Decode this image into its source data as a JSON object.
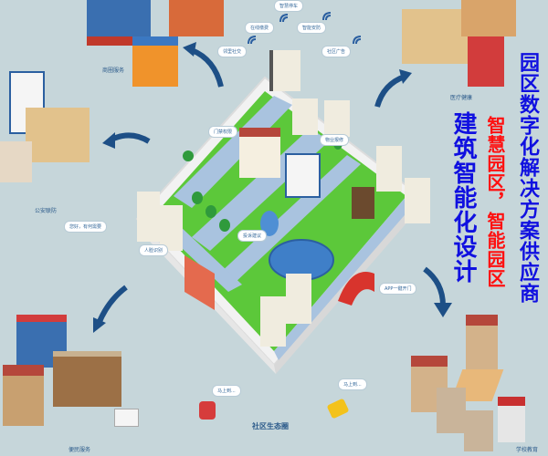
{
  "headline": {
    "main_vertical": "园区数字化解决方案供应商",
    "secondary_vertical": "智慧园区，智能园区",
    "tertiary_vertical": "建筑智能化设计"
  },
  "colors": {
    "background": "#c6d6da",
    "main_text": "#1010e0",
    "secondary_text": "#ff1010",
    "arrow": "#1d4f86",
    "grass": "#5cc83a",
    "road": "#a9c3df"
  },
  "zones": {
    "commerce": "商圈服务",
    "public_security": "公安联防",
    "convenience": "便民服务",
    "school": "学校教育",
    "medical": "医疗健康",
    "community_ecology": "社区生态圈"
  },
  "map_labels": {
    "gate_access": "门禁权限",
    "property_report": "物业报修",
    "complaint_suggestion": "投诉建议",
    "face_recognition": "人脸识别",
    "app_open_door": "APP一键开门",
    "top_tag_1": "智慧停车",
    "top_tag_2": "在线缴费",
    "top_tag_3": "智能安防",
    "top_tag_4": "邻里社交",
    "top_tag_5": "社区广告"
  },
  "speech": {
    "police_bubble": "您好，有何需要",
    "scooter_bubble": "马上到...",
    "taxi_bubble": "马上到..."
  }
}
